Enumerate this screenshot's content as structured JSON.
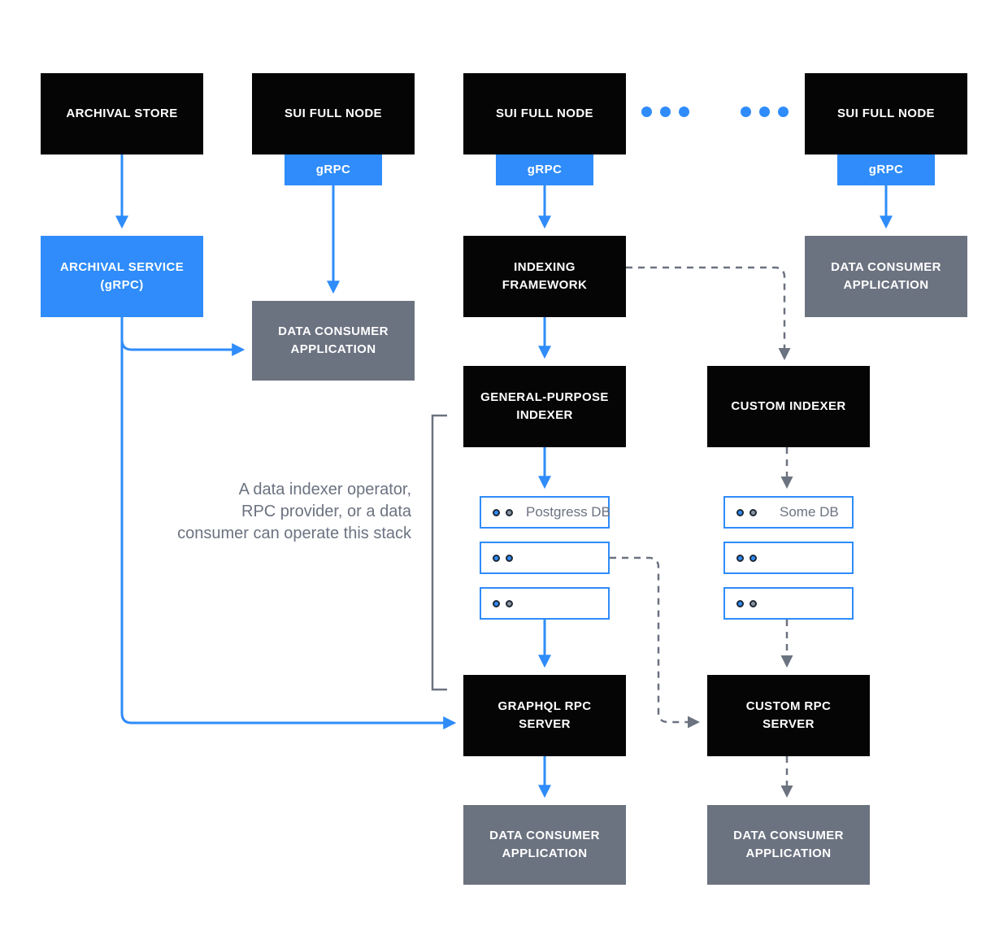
{
  "colors": {
    "blue": "#2f8cfa",
    "gray_box": "#6b7280",
    "black_box": "#050505",
    "line_gray": "#6b7280",
    "text_gray": "#6b7280",
    "dot_ring": "#1f2937"
  },
  "nodes": {
    "archival_store": {
      "label": "ARCHIVAL STORE"
    },
    "sui_full_node_1": {
      "label": "SUI FULL NODE"
    },
    "sui_full_node_2": {
      "label": "SUI FULL NODE"
    },
    "sui_full_node_3": {
      "label": "SUI FULL NODE"
    },
    "grpc_1": {
      "label": "gRPC"
    },
    "grpc_2": {
      "label": "gRPC"
    },
    "grpc_3": {
      "label": "gRPC"
    },
    "archival_service": {
      "label": "ARCHIVAL SERVICE (gRPC)"
    },
    "data_consumer_left": {
      "label": "DATA CONSUMER APPLICATION"
    },
    "indexing_framework": {
      "label": "INDEXING FRAMEWORK"
    },
    "data_consumer_top_right": {
      "label": "DATA CONSUMER APPLICATION"
    },
    "general_purpose_indexer": {
      "label": "GENERAL-PURPOSE INDEXER"
    },
    "custom_indexer": {
      "label": "CUSTOM INDEXER"
    },
    "graphql_rpc_server": {
      "label": "GRAPHQL RPC SERVER"
    },
    "custom_rpc_server": {
      "label": "CUSTOM RPC SERVER"
    },
    "data_consumer_bottom_left": {
      "label": "DATA CONSUMER APPLICATION"
    },
    "data_consumer_bottom_right": {
      "label": "DATA CONSUMER APPLICATION"
    }
  },
  "db_stacks": {
    "left": {
      "rows": [
        {
          "label": "Postgress DB",
          "dots": [
            "blue",
            "gray"
          ]
        },
        {
          "label": "",
          "dots": [
            "blue",
            "blue"
          ]
        },
        {
          "label": "",
          "dots": [
            "blue",
            "gray"
          ]
        }
      ]
    },
    "right": {
      "rows": [
        {
          "label": "Some DB",
          "dots": [
            "blue",
            "gray"
          ]
        },
        {
          "label": "",
          "dots": [
            "blue",
            "blue"
          ]
        },
        {
          "label": "",
          "dots": [
            "blue",
            "gray"
          ]
        }
      ]
    }
  },
  "annotation": {
    "lines": [
      "A data indexer operator,",
      "RPC provider, or a data",
      "consumer can operate this stack"
    ]
  }
}
